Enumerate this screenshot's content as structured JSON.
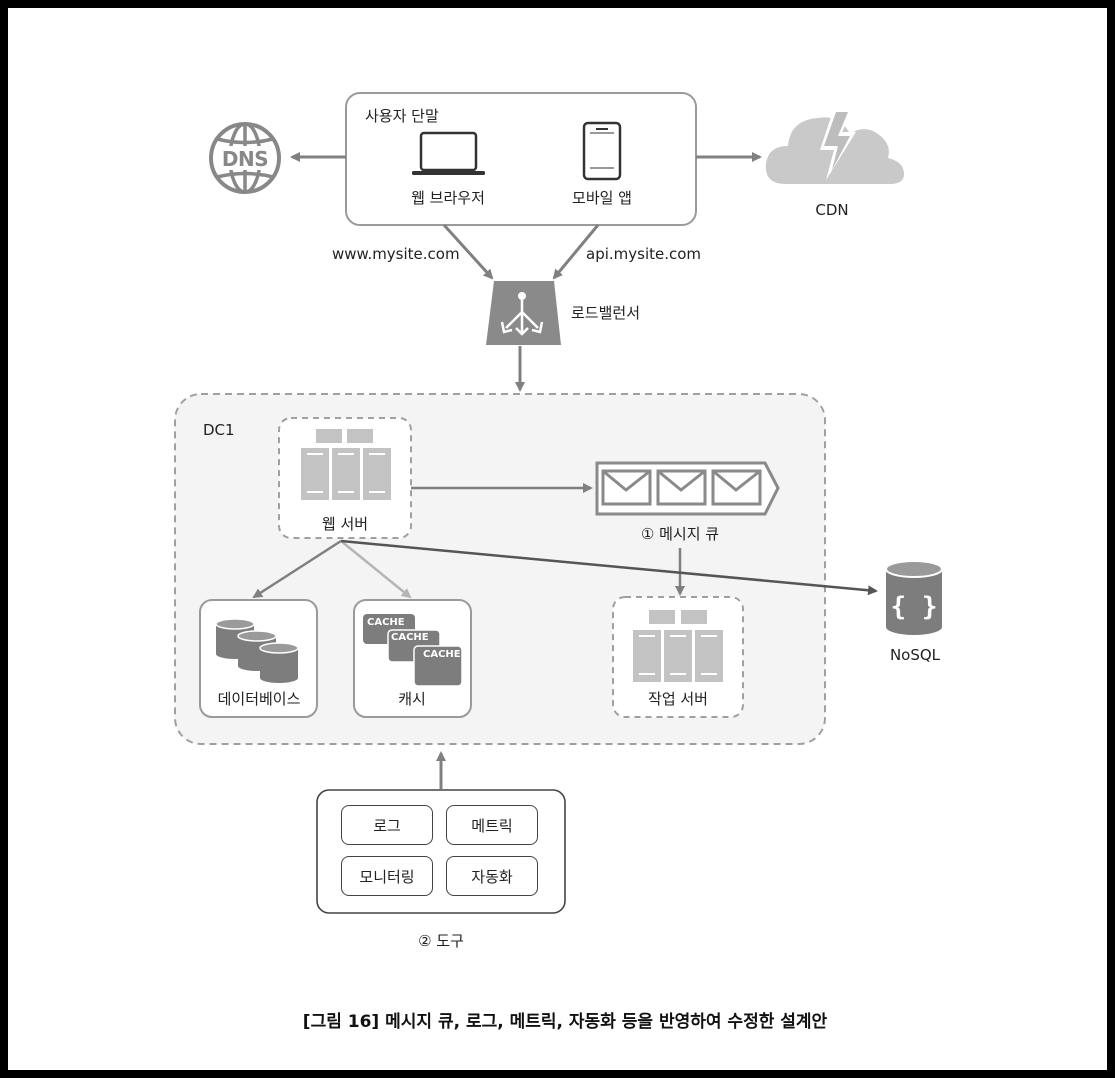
{
  "user_devices": {
    "title": "사용자 단말",
    "web_browser": "웹 브라우저",
    "mobile_app": "모바일 앱"
  },
  "dns": {
    "label": "DNS"
  },
  "cdn": {
    "label": "CDN"
  },
  "urls": {
    "web": "www.mysite.com",
    "api": "api.mysite.com"
  },
  "load_balancer": {
    "label": "로드밸런서"
  },
  "dc": {
    "label": "DC1"
  },
  "web_server": {
    "label": "웹 서버"
  },
  "message_queue": {
    "label": "① 메시지 큐"
  },
  "worker_server": {
    "label": "작업 서버"
  },
  "database": {
    "label": "데이터베이스"
  },
  "cache": {
    "label": "캐시",
    "tags": [
      "CACHE",
      "CACHE",
      "CACHE"
    ]
  },
  "nosql": {
    "label": "NoSQL"
  },
  "tools": {
    "label": "② 도구",
    "items": [
      "로그",
      "메트릭",
      "모니터링",
      "자동화"
    ]
  },
  "caption": "[그림 16] 메시지 큐, 로그, 메트릭, 자동화 등을 반영하여 수정한 설계안",
  "colors": {
    "frame": "#000000",
    "icon_gray": "#8a8a8a",
    "light_gray": "#c8c8c8",
    "arrow": "#808080",
    "dc_bg": "#f4f4f4"
  }
}
